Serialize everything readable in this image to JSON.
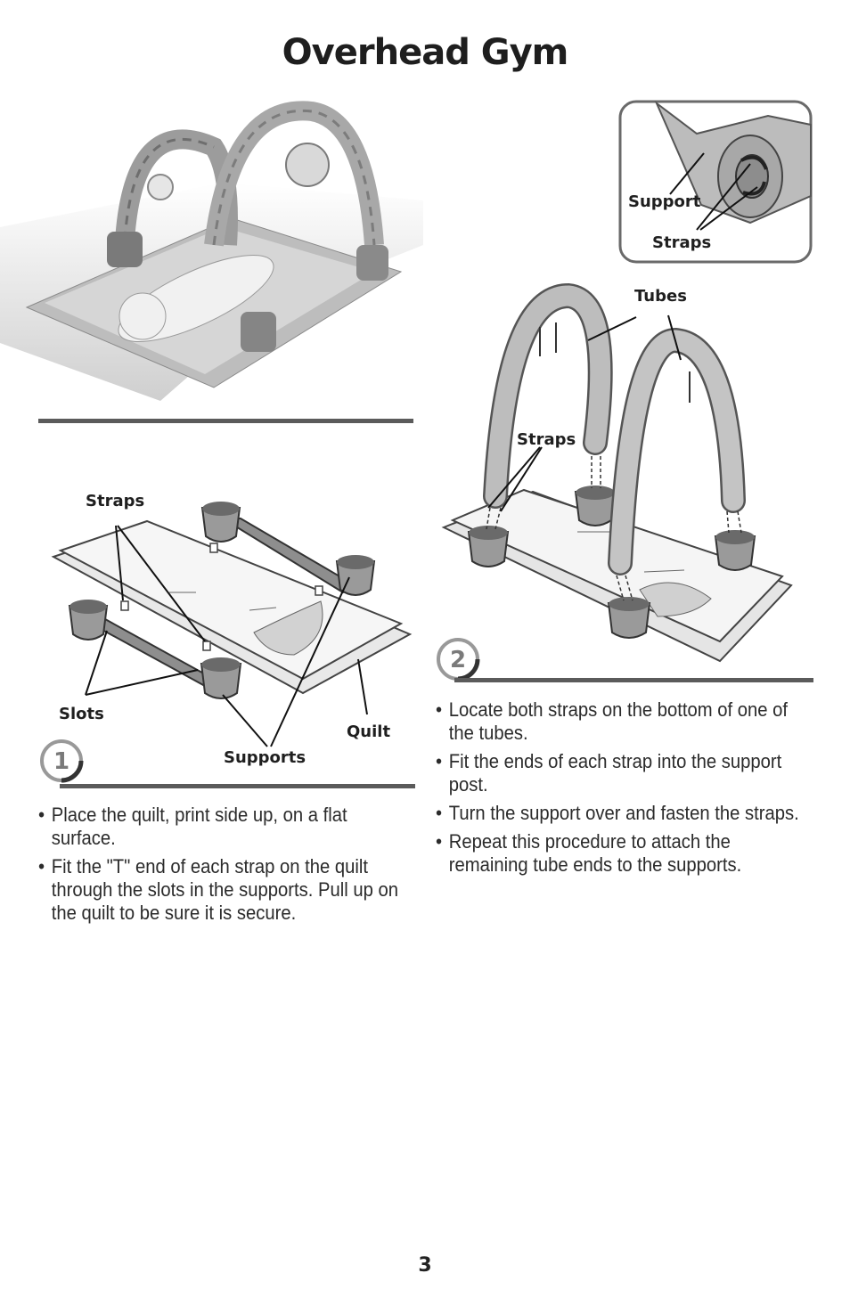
{
  "page": {
    "title": "Overhead Gym",
    "page_number": "3"
  },
  "callout": {
    "support_label": "Support",
    "straps_label": "Straps"
  },
  "figure2": {
    "tubes_label": "Tubes",
    "straps_label": "Straps",
    "step_number": "2"
  },
  "figure1": {
    "straps_label": "Straps",
    "slots_label": "Slots",
    "supports_label": "Supports",
    "quilt_label": "Quilt",
    "step_number": "1"
  },
  "step1": {
    "bullets": [
      "Place the quilt, print side up, on a flat surface.",
      "Fit the \"T\" end of each strap on the quilt through the slots in the supports. Pull up on the quilt to be sure it is secure."
    ]
  },
  "step2": {
    "bullets": [
      "Locate both straps on the bottom of one of the tubes.",
      "Fit the ends of each strap into the support post.",
      "Turn the support over and fasten the straps.",
      "Repeat this procedure to attach the remaining tube ends to the supports."
    ]
  }
}
